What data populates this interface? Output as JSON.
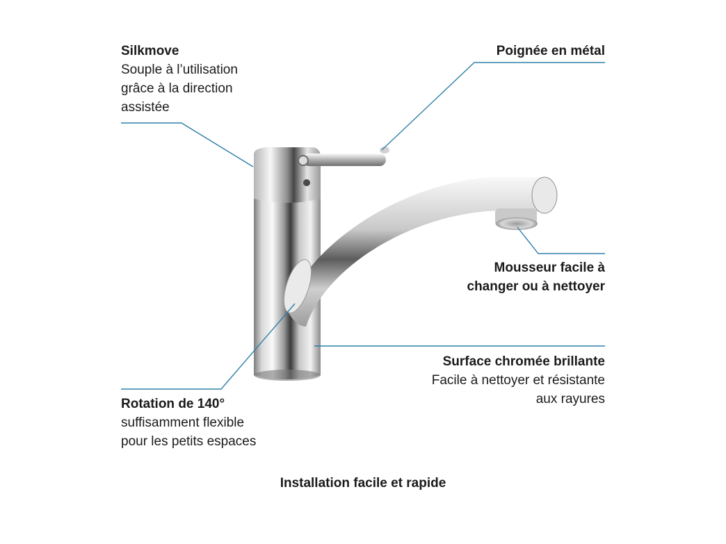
{
  "callouts": {
    "silkmove": {
      "title": "Silkmove",
      "lines": [
        "Souple à l’utilisation",
        "grâce à la direction",
        "assistée"
      ]
    },
    "handle": {
      "title": "Poignée en métal"
    },
    "aerator": {
      "title_lines": [
        "Mousseur facile à",
        "changer ou à nettoyer"
      ]
    },
    "surface": {
      "title": "Surface chromée brillante",
      "lines": [
        "Facile à nettoyer et résistante",
        "aux rayures"
      ]
    },
    "rotation": {
      "title": "Rotation de 140°",
      "lines": [
        "suffisamment flexible",
        "pour les petits espaces"
      ]
    }
  },
  "footer": "Installation facile et rapide",
  "colors": {
    "leader_line": "#2e80a8",
    "text": "#1a1a1a",
    "chrome_dark": "#8a8a8a",
    "chrome_light": "#f4f4f4"
  }
}
